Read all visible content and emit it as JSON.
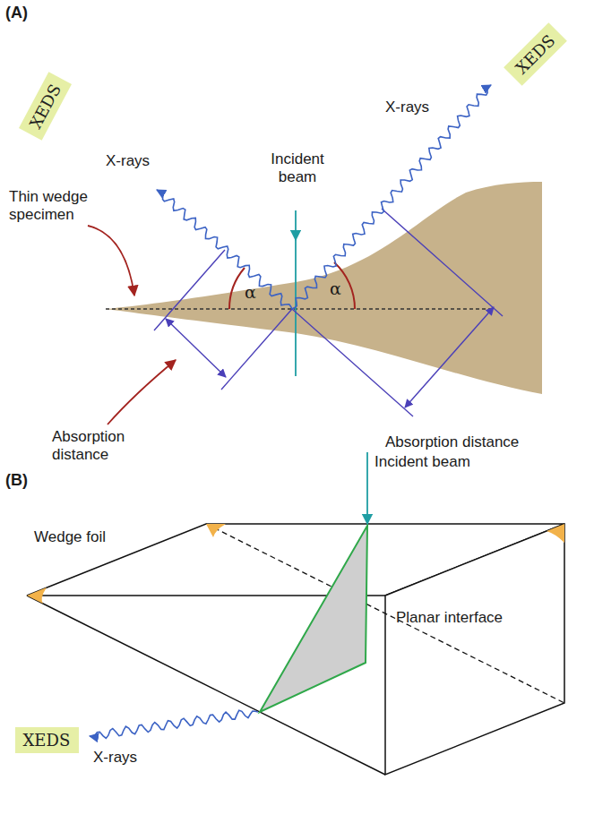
{
  "diagram": {
    "nodes": [
      {
        "text": [
          "XEDS"
        ]
      },
      {
        "text": [
          "XEDS"
        ]
      },
      {
        "text": [
          "XEDS"
        ]
      }
    ],
    "labels": [
      "(A)",
      "Incident beam",
      "X-rays",
      "X-rays",
      "Thin wedge specimen",
      "α",
      "α",
      "Absorption distance",
      "Absorption distance",
      "(B)",
      "Incident beam",
      "Wedge foil",
      "Planar interface",
      "X-rays"
    ]
  }
}
